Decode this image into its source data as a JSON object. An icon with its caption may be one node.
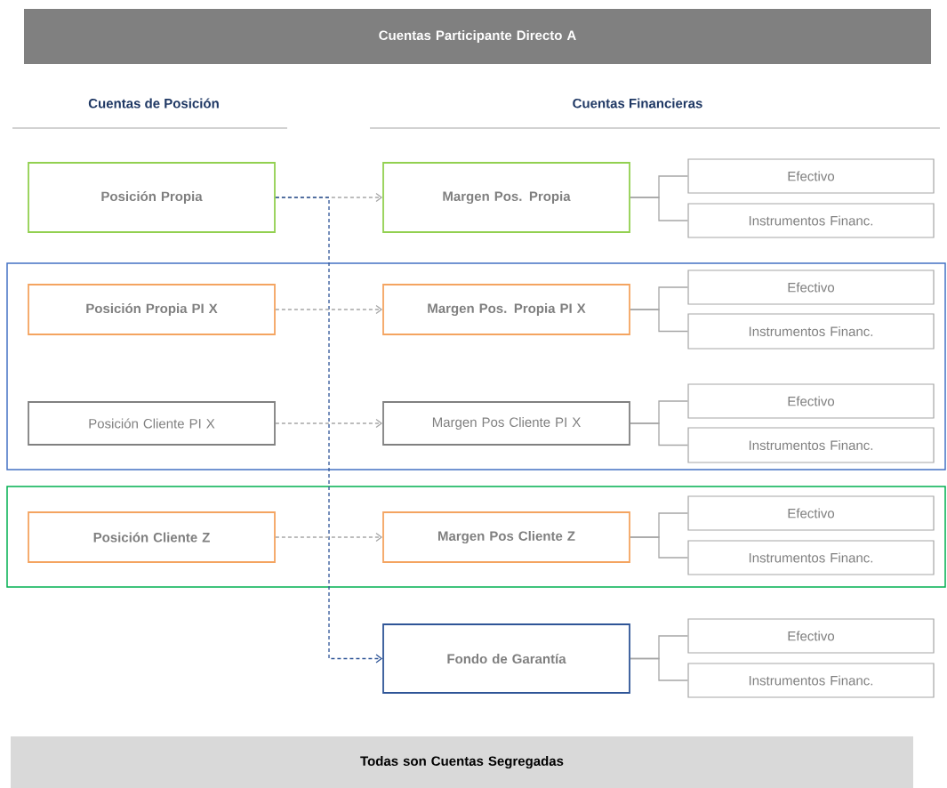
{
  "diagram": {
    "nodes": [
      {
        "text": [
          "Cuentas Participante Directo A"
        ]
      },
      {
        "text": [
          "Posición Propia"
        ]
      },
      {
        "text": [
          "Margen Pos. Propia"
        ]
      },
      {
        "text": [
          "Efectivo"
        ]
      },
      {
        "text": [
          "Instrumentos Financ."
        ]
      },
      {
        "text": [],
        "shape": "box"
      },
      {
        "text": [
          "Posición Propia PI X"
        ],
        "in": 5
      },
      {
        "text": [
          "Margen Pos. Propia PI X"
        ],
        "in": 5
      },
      {
        "text": [
          "Efectivo"
        ],
        "in": 5
      },
      {
        "text": [
          "Instrumentos Financ."
        ],
        "in": 5
      },
      {
        "text": [
          "Posición Cliente PI X"
        ],
        "in": 5
      },
      {
        "text": [
          "Margen Pos Cliente PI X"
        ],
        "in": 5
      },
      {
        "text": [
          "Efectivo"
        ],
        "in": 5
      },
      {
        "text": [
          "Instrumentos Financ."
        ],
        "in": 5
      },
      {
        "text": [],
        "shape": "box"
      },
      {
        "text": [
          "Posición Cliente Z"
        ],
        "in": 14
      },
      {
        "text": [
          "Margen Pos Cliente Z"
        ],
        "in": 14
      },
      {
        "text": [
          "Efectivo"
        ],
        "in": 14
      },
      {
        "text": [
          "Instrumentos Financ."
        ],
        "in": 14
      },
      {
        "text": [
          "Fondo de Garantía"
        ]
      },
      {
        "text": [
          "Efectivo"
        ]
      },
      {
        "text": [
          "Instrumentos Financ."
        ]
      },
      {
        "text": [
          "Todas son Cuentas Segregadas"
        ]
      }
    ],
    "edges": [
      {
        "from": 1,
        "to": 2,
        "arrow": "to",
        "style": "dashed"
      },
      {
        "from": 1,
        "to": 19,
        "arrow": "to",
        "style": "dashed",
        "color": "#2f5597"
      },
      {
        "from": 2,
        "to": 3,
        "arrow": "none"
      },
      {
        "from": 2,
        "to": 4,
        "arrow": "none"
      },
      {
        "from": 6,
        "to": 7,
        "arrow": "to",
        "style": "dashed"
      },
      {
        "from": 7,
        "to": 8,
        "arrow": "none"
      },
      {
        "from": 7,
        "to": 9,
        "arrow": "none"
      },
      {
        "from": 10,
        "to": 11,
        "arrow": "to",
        "style": "dashed"
      },
      {
        "from": 11,
        "to": 12,
        "arrow": "none"
      },
      {
        "from": 11,
        "to": 13,
        "arrow": "none"
      },
      {
        "from": 15,
        "to": 16,
        "arrow": "to",
        "style": "dashed"
      },
      {
        "from": 16,
        "to": 17,
        "arrow": "none"
      },
      {
        "from": 16,
        "to": 18,
        "arrow": "none"
      },
      {
        "from": 19,
        "to": 20,
        "arrow": "none"
      },
      {
        "from": 19,
        "to": 21,
        "arrow": "none"
      }
    ],
    "labels": [
      "Cuentas de Posición",
      "Cuentas Financieras"
    ]
  }
}
